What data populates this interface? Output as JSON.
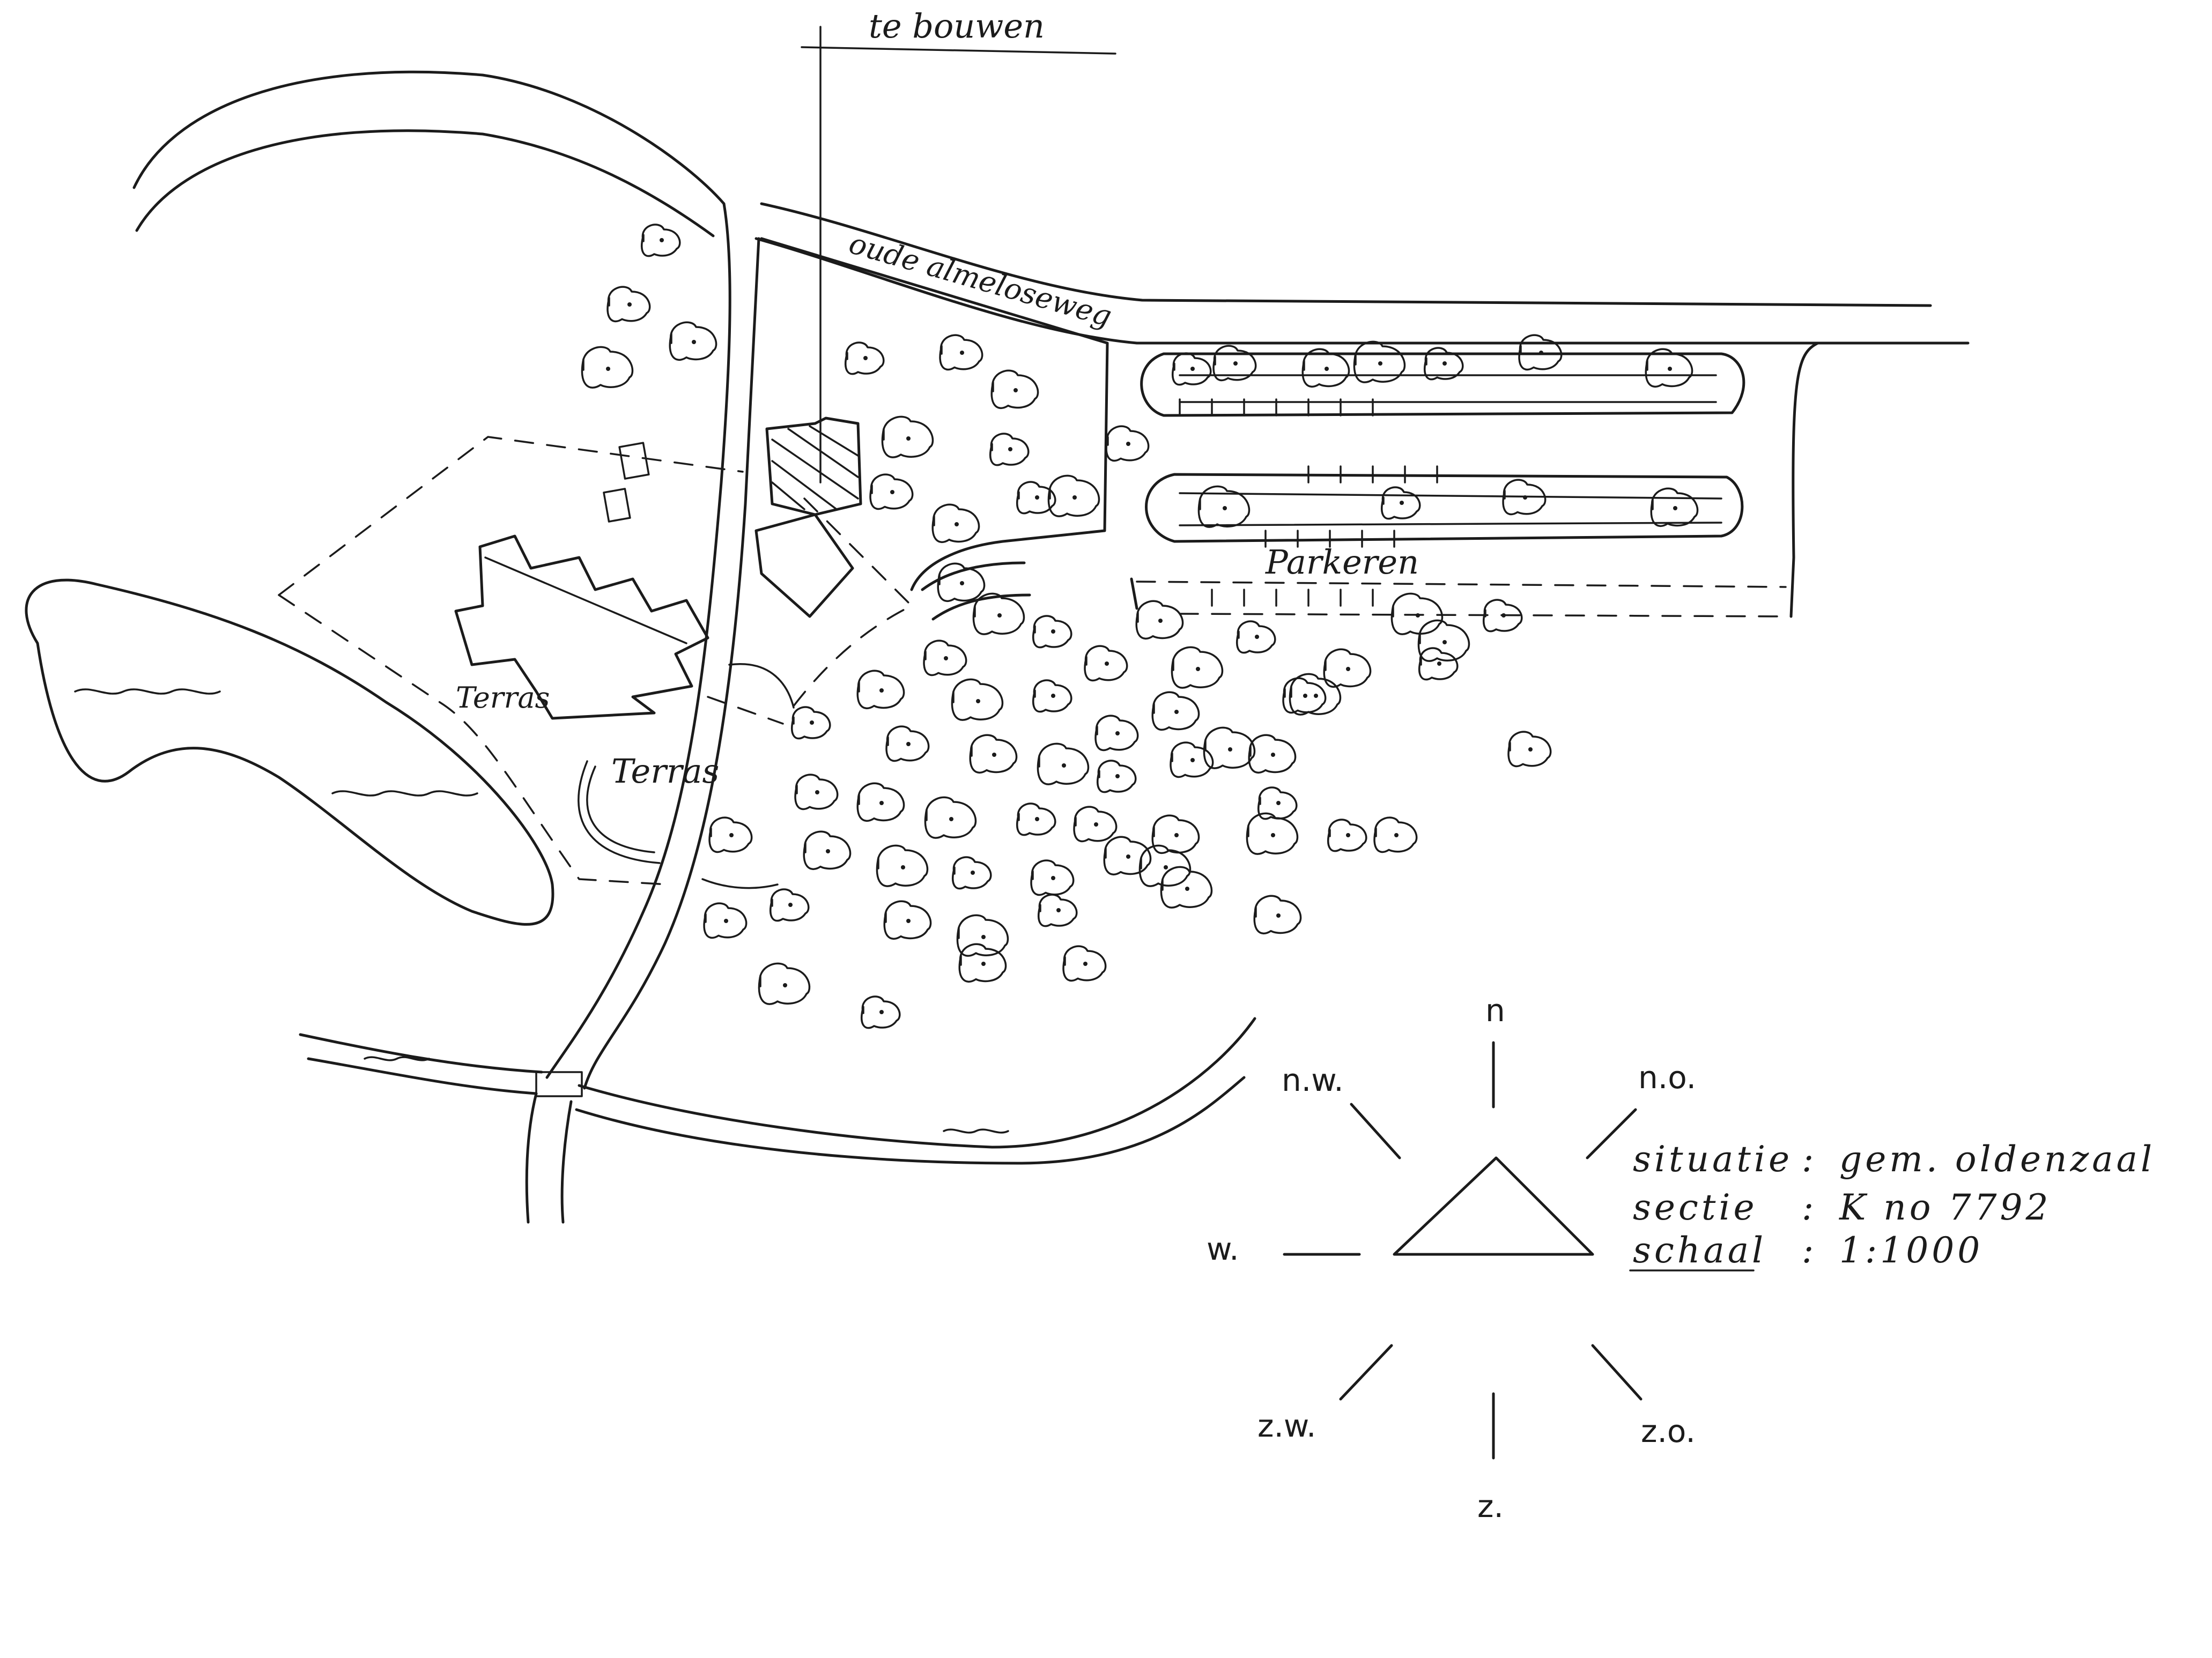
{
  "labels": {
    "te_bouwen": "te bouwen",
    "road": "oude almeloseweg",
    "parkeren": "Parkeren",
    "terras_1": "Terras",
    "terras_2": "Terras"
  },
  "compass": {
    "n": "n",
    "no": "n.o.",
    "nw": "n.w.",
    "w": "w.",
    "zw": "z.w.",
    "zo": "z.o.",
    "z": "z."
  },
  "legend": [
    {
      "key": "situatie",
      "sep": ":",
      "value": "gem. oldenzaal"
    },
    {
      "key": "sectie",
      "sep": ":",
      "value": "K   no 7792"
    },
    {
      "key": "schaal",
      "sep": ":",
      "value": "1:1000"
    }
  ],
  "ink_color": "#1b1b1b"
}
